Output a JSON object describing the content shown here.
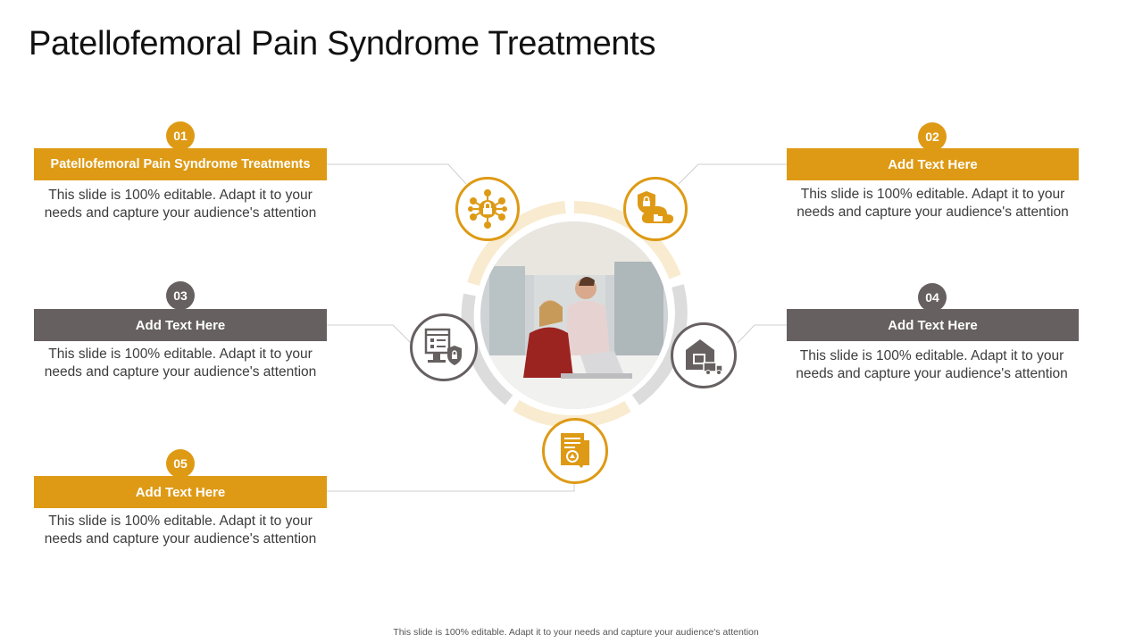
{
  "title": "Patellofemoral Pain Syndrome Treatments",
  "colors": {
    "gold": "#de9a15",
    "gray": "#666061",
    "light_gold": "#f8ebcf",
    "light_gray": "#dcdcdc"
  },
  "items": [
    {
      "number": "01",
      "heading": "Patellofemoral Pain Syndrome Treatments",
      "text": "This slide is 100% editable. Adapt it to your needs and capture your audience's attention",
      "icon": "network-lock-icon",
      "color": "gold"
    },
    {
      "number": "02",
      "heading": "Add Text Here",
      "text": "This slide is 100% editable. Adapt it to your needs and capture your audience's attention",
      "icon": "cloud-security-icon",
      "color": "gold"
    },
    {
      "number": "03",
      "heading": "Add Text Here",
      "text": "This slide is 100% editable. Adapt it to your needs and capture your audience's attention",
      "icon": "computer-security-icon",
      "color": "gray"
    },
    {
      "number": "04",
      "heading": "Add Text Here",
      "text": "This slide is 100% editable. Adapt it to your needs and capture your audience's attention",
      "icon": "warehouse-delivery-icon",
      "color": "gray"
    },
    {
      "number": "05",
      "heading": "Add Text Here",
      "text": "This slide is 100% editable. Adapt it to your needs and capture your audience's attention",
      "icon": "document-search-icon",
      "color": "gold"
    }
  ],
  "footer": "This slide is 100% editable.  Adapt it to your needs and capture your audience's attention"
}
